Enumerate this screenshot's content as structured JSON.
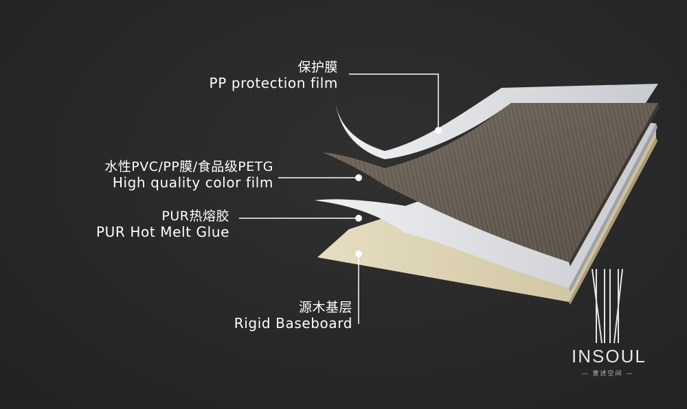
{
  "layers": [
    {
      "id": "pp",
      "cn": "保护膜",
      "en": "PP protection film",
      "color": "#d2d4d8"
    },
    {
      "id": "color",
      "cn": "水性PVC/PP膜/食品级PETG",
      "en": "High quality color film",
      "color": "#6e655a"
    },
    {
      "id": "glue",
      "cn": "PUR热熔胶",
      "en": "PUR Hot Melt Glue",
      "color": "#cfd1d4"
    },
    {
      "id": "base",
      "cn": "源木基层",
      "en": "Rigid Baseboard",
      "color": "#d8cfb0"
    }
  ],
  "brand": {
    "name": "INSOUL",
    "subtitle": "— 意述空间 —"
  }
}
